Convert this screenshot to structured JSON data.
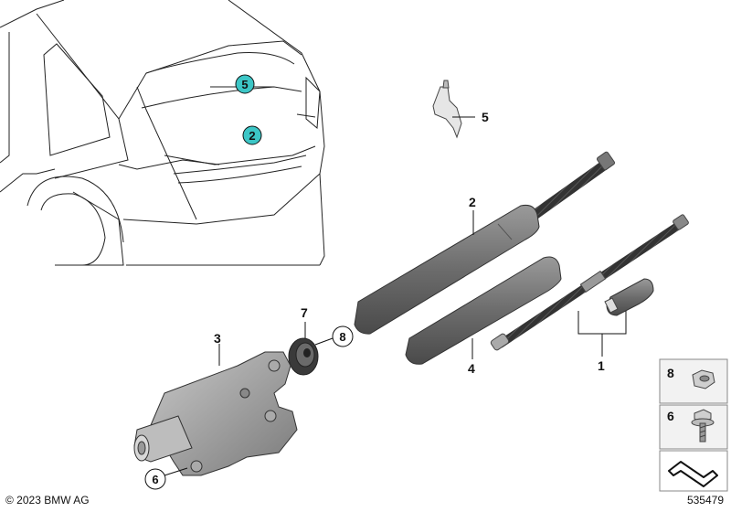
{
  "callouts": {
    "car_5": "5",
    "car_2": "2",
    "part_5": "5",
    "part_2": "2",
    "part_4": "4",
    "part_1": "1",
    "part_3": "3",
    "part_7": "7",
    "part_8": "8",
    "part_6": "6"
  },
  "legend": {
    "item_8": "8",
    "item_6": "6"
  },
  "footer": {
    "copyright": "© 2023 BMW AG",
    "drawing_number": "535479"
  },
  "colors": {
    "highlight_circle": "#3cc6c6",
    "part_body": "#6e6e6e",
    "part_shade": "#8a8a8a",
    "rod": "#2c2c2c",
    "legend_bg": "#f2f2f2"
  }
}
